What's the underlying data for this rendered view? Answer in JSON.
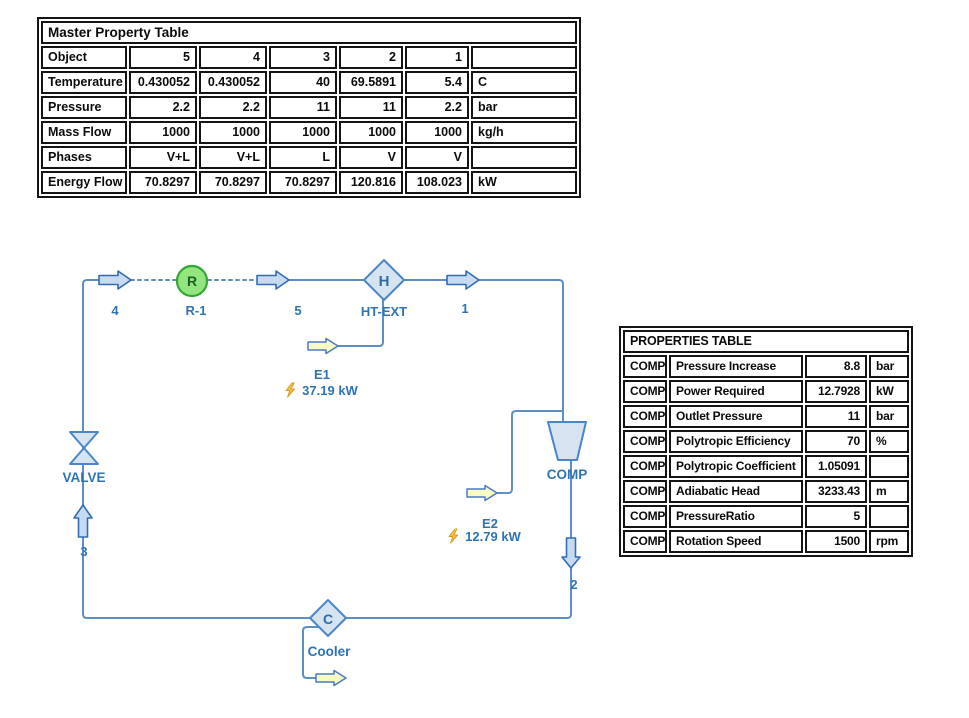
{
  "master_property_table": {
    "title": "Master Property Table",
    "rows": [
      {
        "label": "Object",
        "values": [
          "5",
          "4",
          "3",
          "2",
          "1"
        ],
        "unit": ""
      },
      {
        "label": "Temperature",
        "values": [
          "0.430052",
          "0.430052",
          "40",
          "69.5891",
          "5.4"
        ],
        "unit": "C"
      },
      {
        "label": "Pressure",
        "values": [
          "2.2",
          "2.2",
          "11",
          "11",
          "2.2"
        ],
        "unit": "bar"
      },
      {
        "label": "Mass Flow",
        "values": [
          "1000",
          "1000",
          "1000",
          "1000",
          "1000"
        ],
        "unit": "kg/h"
      },
      {
        "label": "Phases",
        "values": [
          "V+L",
          "V+L",
          "L",
          "V",
          "V"
        ],
        "unit": ""
      },
      {
        "label": "Energy Flow",
        "values": [
          "70.8297",
          "70.8297",
          "70.8297",
          "120.816",
          "108.023"
        ],
        "unit": "kW"
      }
    ]
  },
  "properties_table": {
    "title": "PROPERTIES TABLE",
    "rows": [
      {
        "object": "COMP",
        "property": "Pressure Increase",
        "value": "8.8",
        "unit": "bar"
      },
      {
        "object": "COMP",
        "property": "Power Required",
        "value": "12.7928",
        "unit": "kW"
      },
      {
        "object": "COMP",
        "property": "Outlet Pressure",
        "value": "11",
        "unit": "bar"
      },
      {
        "object": "COMP",
        "property": "Polytropic Efficiency",
        "value": "70",
        "unit": "%"
      },
      {
        "object": "COMP",
        "property": "Polytropic Coefficient",
        "value": "1.05091",
        "unit": ""
      },
      {
        "object": "COMP",
        "property": "Adiabatic Head",
        "value": "3233.43",
        "unit": "m"
      },
      {
        "object": "COMP",
        "property": "PressureRatio",
        "value": "5",
        "unit": ""
      },
      {
        "object": "COMP",
        "property": "Rotation Speed",
        "value": "1500",
        "unit": "rpm"
      }
    ]
  },
  "flowsheet": {
    "units": {
      "recycle": {
        "label": "R-1",
        "symbol": "R"
      },
      "heater": {
        "label": "HT-EXT",
        "symbol": "H"
      },
      "compressor": {
        "label": "COMP"
      },
      "valve": {
        "label": "VALVE"
      },
      "cooler": {
        "label": "Cooler",
        "symbol": "C"
      }
    },
    "streams": {
      "s1": "1",
      "s2": "2",
      "s3": "3",
      "s4": "4",
      "s5": "5"
    },
    "energy": {
      "e1": {
        "label": "E1",
        "value": "37.19 kW"
      },
      "e2": {
        "label": "E2",
        "value": "12.79 kW"
      }
    },
    "colors": {
      "conduit_line": "#5E8FC4",
      "stream_fill": "#C7DBF0",
      "unit_fill": "#D6E4F2",
      "energy_fill": "#FAFAC5",
      "recycle_fill": "#93E57E",
      "recycle_stroke": "#33A736",
      "label_text": "#2E74B5",
      "bolt": "#F8C14A"
    }
  }
}
